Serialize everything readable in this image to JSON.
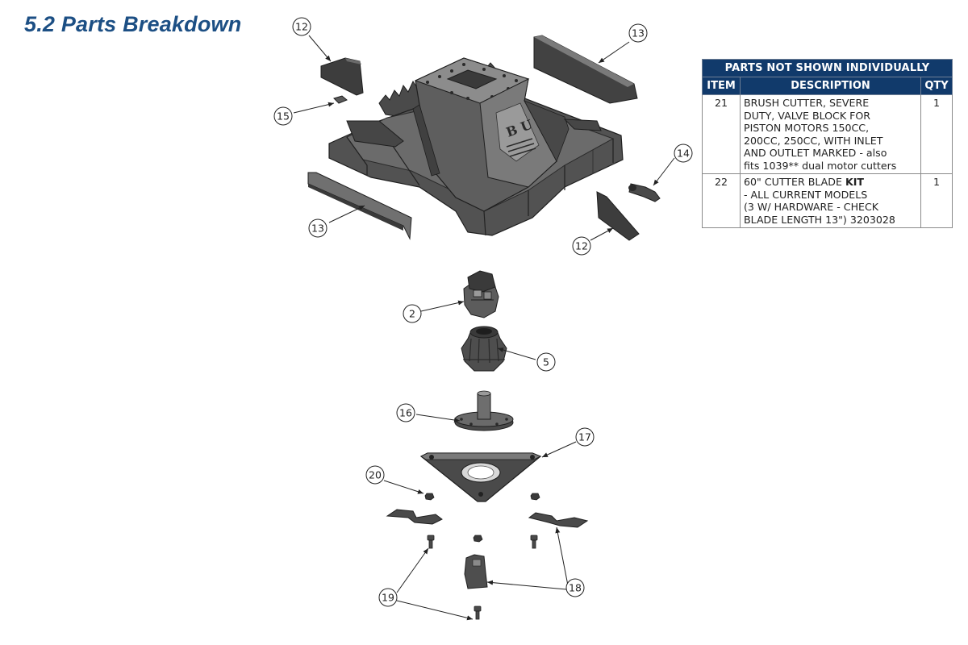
{
  "title": "5.2 Parts Breakdown",
  "callouts": [
    "12",
    "13",
    "15",
    "14",
    "13",
    "12",
    "2",
    "5",
    "16",
    "17",
    "20",
    "19",
    "18"
  ],
  "table": {
    "caption": "PARTS NOT SHOWN INDIVIDUALLY",
    "headers": {
      "item": "ITEM",
      "description": "DESCRIPTION",
      "qty": "QTY"
    },
    "rows": [
      {
        "item": "21",
        "lines": [
          "BRUSH CUTTER, SEVERE",
          "DUTY, VALVE BLOCK FOR",
          "PISTON MOTORS 150CC,",
          "200CC, 250CC, WITH INLET",
          "AND OUTLET MARKED - also",
          "fits 1039** dual motor cutters"
        ],
        "qty": "1"
      },
      {
        "item": "22",
        "line1_pre": "60\" CUTTER BLADE ",
        "line1_bold": "KIT",
        "lines": [
          "- ALL CURRENT MODELS",
          "(3 W/ HARDWARE - CHECK",
          "BLADE LENGTH 13\") 3203028"
        ],
        "qty": "1"
      }
    ]
  },
  "colors": {
    "title": "#1c4f84",
    "table_header": "#113a6b",
    "part_dark": "#3b3b3b",
    "part_mid": "#5a5a5a",
    "part_light": "#8c8c8c"
  }
}
